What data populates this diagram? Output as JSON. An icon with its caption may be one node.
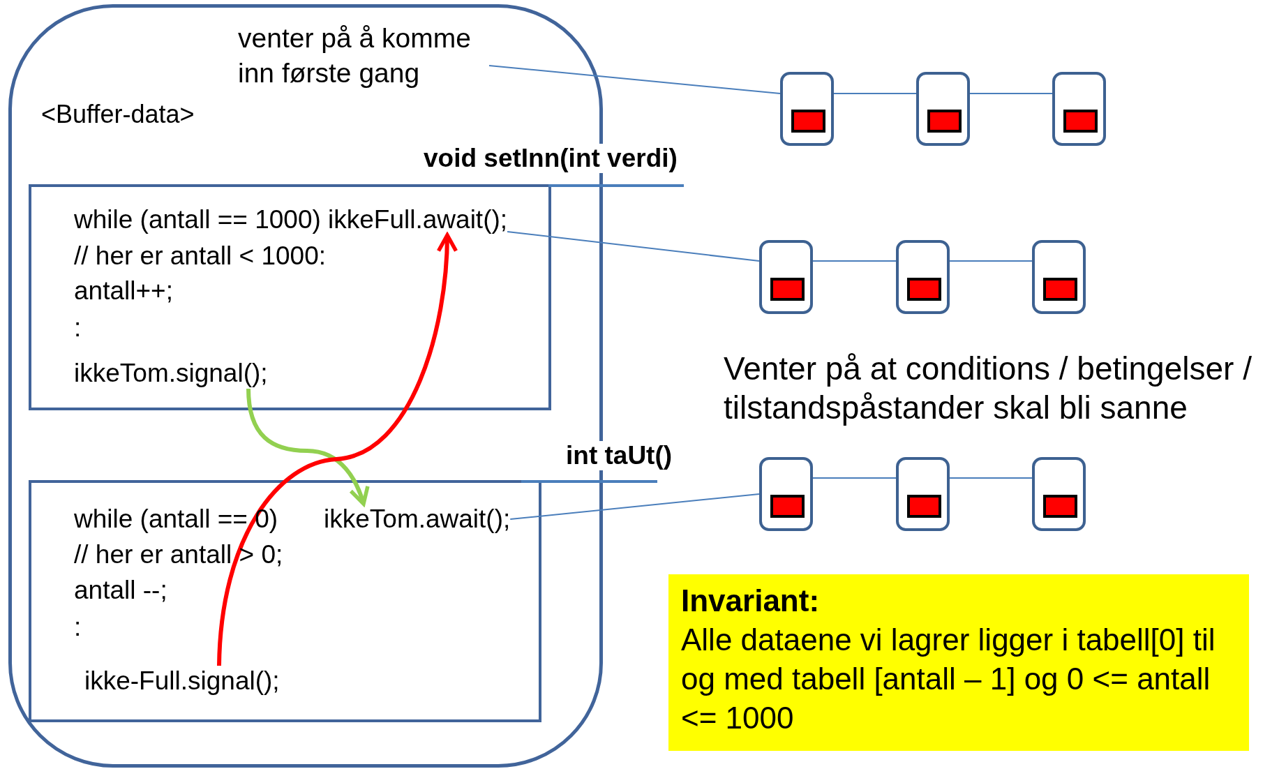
{
  "diagram": {
    "nodes": [
      {
        "text": [
          "<Buffer-data>"
        ]
      },
      {
        "text": [
          "venter på å komme inn første gang"
        ],
        "in": 0
      },
      {
        "text": [
          "void setInn(int verdi)"
        ],
        "in": 0
      },
      {
        "text": [
          "while (antall == 1000) ikkeFull.await();"
        ],
        "in": 2
      },
      {
        "text": [
          "// her er antall < 1000:"
        ],
        "in": 2
      },
      {
        "text": [
          "antall++;"
        ],
        "in": 2
      },
      {
        "text": [
          ":"
        ],
        "in": 2
      },
      {
        "text": [
          "ikkeTom.signal();"
        ],
        "in": 2
      },
      {
        "text": [
          "int taUt()"
        ],
        "in": 0
      },
      {
        "text": [
          "while (antall == 0)"
        ],
        "in": 8
      },
      {
        "text": [
          "ikkeTom.await();"
        ],
        "in": 8
      },
      {
        "text": [
          "// her er antall > 0;"
        ],
        "in": 8
      },
      {
        "text": [
          "antall --;"
        ],
        "in": 8
      },
      {
        "text": [
          ":"
        ],
        "in": 8
      },
      {
        "text": [
          "ikke-Full.signal();"
        ],
        "in": 8
      },
      {
        "text": [],
        "shape": "box"
      },
      {
        "text": [],
        "shape": "box"
      },
      {
        "text": [],
        "shape": "box"
      },
      {
        "text": [],
        "shape": "box"
      },
      {
        "text": [],
        "shape": "box"
      },
      {
        "text": [],
        "shape": "box"
      },
      {
        "text": [],
        "shape": "box"
      },
      {
        "text": [],
        "shape": "box"
      },
      {
        "text": [],
        "shape": "box"
      },
      {
        "text": [
          "Invariant:",
          "Alle dataene vi lagrer ligger i tabell[0] til og med tabell [antall – 1] og 0 <= antall <= 1000"
        ]
      }
    ],
    "edges": [
      {
        "from": 1,
        "to": 15,
        "arrow": "none"
      },
      {
        "from": 15,
        "to": 16,
        "arrow": "none"
      },
      {
        "from": 16,
        "to": 17,
        "arrow": "none"
      },
      {
        "from": 3,
        "to": 18,
        "arrow": "none"
      },
      {
        "from": 18,
        "to": 19,
        "arrow": "none"
      },
      {
        "from": 19,
        "to": 20,
        "arrow": "none"
      },
      {
        "from": 10,
        "to": 21,
        "arrow": "none"
      },
      {
        "from": 21,
        "to": 22,
        "arrow": "none"
      },
      {
        "from": 22,
        "to": 23,
        "arrow": "none"
      },
      {
        "from": 7,
        "to": 10,
        "arrow": "to",
        "style": "thick",
        "color": "#92d050"
      },
      {
        "from": 14,
        "to": 3,
        "arrow": "to",
        "style": "thick",
        "color": "#ff0000"
      }
    ],
    "labels": [
      "Venter på at conditions / betingelser / tilstandspåstander skal bli sanne"
    ]
  }
}
